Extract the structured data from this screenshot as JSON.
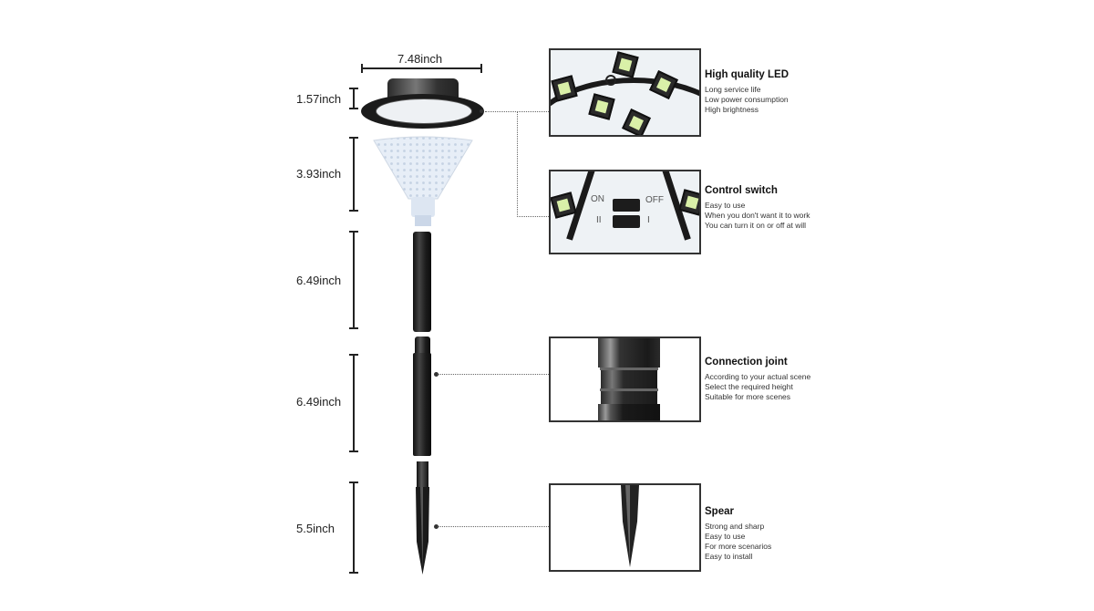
{
  "dimensions": {
    "width": "7.48inch",
    "head_height": "1.57inch",
    "diffuser_height": "3.93inch",
    "pole_upper": "6.49inch",
    "pole_lower": "6.49inch",
    "spear": "5.5inch"
  },
  "features": [
    {
      "title": "High quality LED",
      "lines": [
        "Long service life",
        "Low power consumption",
        "High brightness"
      ]
    },
    {
      "title": "Control switch",
      "lines": [
        "Easy to use",
        "When you don't want it to work",
        "You can turn it on or off at will"
      ]
    },
    {
      "title": "Connection joint",
      "lines": [
        "According to your actual scene",
        "Select the required height",
        "Suitable for more scenes"
      ]
    },
    {
      "title": "Spear",
      "lines": [
        "Strong and sharp",
        "Easy to use",
        "For more scenarios",
        "Easy to install"
      ]
    }
  ],
  "switch": {
    "on": "ON",
    "off": "OFF",
    "mark_on": "II",
    "mark_off": "I"
  }
}
